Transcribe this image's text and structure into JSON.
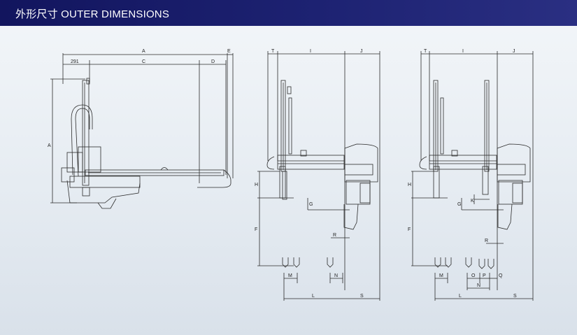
{
  "header": {
    "title": "外形尺寸  OUTER DIMENSIONS"
  },
  "colors": {
    "header_bg": "#1d2272",
    "line": "#2b2b2b",
    "background": "#e6ecf2"
  },
  "views": {
    "front": {
      "dim_291": "291",
      "dim_A_top": "A",
      "dim_C": "C",
      "dim_D": "D",
      "dim_E": "E",
      "dim_A_side": "A"
    },
    "side_left": {
      "dim_T": "T",
      "dim_I": "I",
      "dim_J": "J",
      "dim_H": "H",
      "dim_G": "G",
      "dim_F": "F",
      "dim_R": "R",
      "dim_M": "M",
      "dim_N": "N",
      "dim_L": "L",
      "dim_S": "S"
    },
    "side_right": {
      "dim_T": "T",
      "dim_I": "I",
      "dim_J": "J",
      "dim_H": "H",
      "dim_G": "G",
      "dim_K": "K",
      "dim_F": "F",
      "dim_R": "R",
      "dim_M": "M",
      "dim_O": "O",
      "dim_P": "P",
      "dim_Q": "Q",
      "dim_N": "N",
      "dim_L": "L",
      "dim_S": "S"
    }
  }
}
